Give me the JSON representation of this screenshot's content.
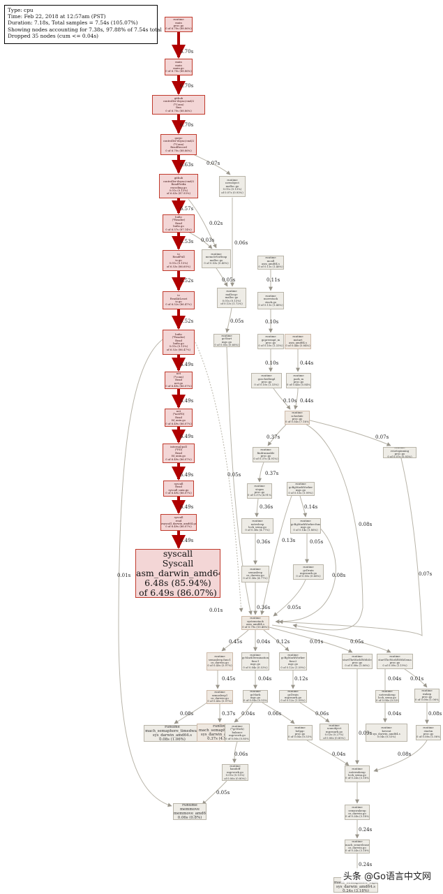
{
  "legend": [
    "Type: cpu",
    "Time: Feb 22, 2018 at 12:57am (PST)",
    "Duration: 7.18s, Total samples = 7.54s (105.07%)",
    "Showing nodes accounting for 7.38s, 97.88% of 7.54s total",
    "Dropped 35 nodes (cum <= 0.04s)"
  ],
  "colors": {
    "hot_edge": "#b00000",
    "cold_edge": "#b8b4a8",
    "hot_fill": "#f3d6d6"
  },
  "nodes": {
    "n_main": [
      "runtime",
      "main",
      "proc.go",
      "0 of 6.70s (88.86%)"
    ],
    "n_main2": [
      "main",
      "main",
      "main.go",
      "0 of 6.70s (88.86%)"
    ],
    "n_ctrl": [
      "github",
      "controller-dsync/cmd/2",
      "(*Conn)",
      "Run",
      "0 of 6.70s (88.86%)"
    ],
    "n_recv": [
      "gorpc",
      "controller-dsync/cmd/2",
      "(*Conn)",
      "ReadRecord",
      "0 of 6.70s (88.86%)"
    ],
    "n_rp": [
      "github",
      "controller-dsync/cmd/2",
      "ReadPrefix",
      "encoding.go",
      "0.01s (0.13%)",
      "of 6.63s (87.93%)"
    ],
    "n_newobj": [
      "runtime",
      "newobject",
      "malloc.go",
      "0.01s (0.13%)",
      "of 0.07s (0.93%)"
    ],
    "n_bufio": [
      "bufio",
      "(*Reader)",
      "Read",
      "bufio.go",
      "0 of 6.57s (87.14%)"
    ],
    "n_readfull": [
      "io",
      "ReadFull",
      "io.go",
      "0.01s (0.13%)",
      "of 6.53s (86.60%)"
    ],
    "n_readatleast": [
      "io",
      "ReadAtLeast",
      "io.go",
      "0 of 6.52s (86.47%)"
    ],
    "n_bufread": [
      "bufio",
      "(*Reader)",
      "Read",
      "bufio.go",
      "0.01s (0.13%)",
      "of 6.52s (86.47%)"
    ],
    "n_netconn": [
      "net",
      "(*conn)",
      "Read",
      "net.go",
      "0 of 6.49s (86.07%)"
    ],
    "n_fdread": [
      "net",
      "(*netFD)",
      "Read",
      "fd_unix.go",
      "0 of 6.49s (86.07%)"
    ],
    "n_pollread": [
      "internal/poll",
      "(*FD)",
      "Read",
      "fd_unix.go",
      "0 of 6.49s (86.07%)"
    ],
    "n_sysread": [
      "syscall",
      "Read",
      "syscall_unix.go",
      "0 of 6.49s (86.07%)"
    ],
    "n_sysread2": [
      "syscall",
      "read",
      "zsyscall_darwin_amd64.go",
      "0 of 6.49s (86.07%)"
    ],
    "n_syscall": [
      "syscall",
      "Syscall",
      "asm_darwin_amd64.s",
      "6.48s (85.94%)",
      "of 6.49s (86.07%)"
    ],
    "n_memclr": [
      "runtime",
      "memclrNoHeap",
      "malloc.go",
      "0 of 0.03s (0.40%)"
    ],
    "n_mallocgc": [
      "runtime",
      "mallocgc",
      "malloc.go",
      "0.01s (0.13%)",
      "of 0.13s (1.72%)"
    ],
    "n_gcstart": [
      "runtime",
      "gcStart",
      "mgc.go",
      "0 of 0.05s (0.66%)"
    ],
    "n_mcall": [
      "runtime",
      "mcall",
      "asm_amd64.s",
      "0 of 0.11s (1.46%)"
    ],
    "n_morestack": [
      "runtime",
      "morestack",
      "stack.go",
      "0 of 0.11s (1.46%)"
    ],
    "n_gopreempt": [
      "runtime",
      "gopreempt_m",
      "proc.go",
      "0 of 0.10s (1.33%)"
    ],
    "n_goschedimpl": [
      "runtime",
      "goschedImpl",
      "proc.go",
      "0 of 0.10s (1.33%)"
    ],
    "n_mstart": [
      "runtime",
      "mstart",
      "asm_amd64.s",
      "0 of 0.44s (5.84%)"
    ],
    "n_park": [
      "runtime",
      "park_m",
      "proc.go",
      "0 of 0.44s (5.84%)"
    ],
    "n_schedule": [
      "runtime",
      "schedule",
      "proc.go",
      "0 of 0.54s (7.16%)"
    ],
    "n_findrunnable": [
      "runtime",
      "findrunnable",
      "proc.go",
      "0 of 0.37s (4.91%)"
    ],
    "n_resetspinning": [
      "runtime",
      "resetspinning",
      "proc.go",
      "0 of 0.07s (0.93%)"
    ],
    "n_stopm": [
      "runtime",
      "stopm",
      "proc.go",
      "0 of 0.37s (4.91%)"
    ],
    "n_gcbgmark": [
      "runtime",
      "gcBgMarkWorker",
      "mgc.go",
      "0 of 0.15s (1.99%)"
    ],
    "n_notesleep": [
      "runtime",
      "notesleep",
      "lock_sema.go",
      "0 of 0.36s (4.77%)"
    ],
    "n_gcbgfunc": [
      "runtime",
      "gcBgMarkWorker.func2",
      "mgc.go",
      "0 of 0.14s (1.86%)"
    ],
    "n_semasleep": [
      "runtime",
      "semasleep",
      "os_darwin.go",
      "0 of 0.36s (4.77%)"
    ],
    "n_gcdrain": [
      "runtime",
      "gcDrain",
      "mgcmark.go",
      "0 of 0.05s (0.66%)"
    ],
    "n_systemstack": [
      "runtime",
      "systemstack",
      "asm_amd64.s",
      "0 of 0.79s (10.48%)"
    ],
    "n_semasleep1": [
      "runtime",
      "semasleep.func1",
      "os_darwin.go",
      "0 of 0.45s (5.97%)"
    ],
    "n_gcmarkterm": [
      "runtime",
      "gcMarkTermination",
      "func1",
      "mgc.go",
      "0 of 0.04s (0.53%)"
    ],
    "n_gcbgmark2": [
      "runtime",
      "gcBgMarkWorker",
      "func2",
      "mgc.go",
      "0 of 0.12s (1.59%)"
    ],
    "n_startm": [
      "runtime",
      "startTheWorldWithSema",
      "proc.go",
      "0 of 0.08s (1.06%)"
    ],
    "n_wakep": [
      "runtime",
      "startTheWorldWithSema",
      "proc.go",
      "0 of 0.09s (1.19%)"
    ],
    "n_semasleep2": [
      "runtime",
      "semasleep1",
      "os_darwin.go",
      "0 of 0.45s (5.97%)"
    ],
    "n_gcmark": [
      "runtime",
      "gcMark",
      "mgc.go",
      "0 of 0.04s (0.53%)"
    ],
    "n_gcdrain2": [
      "runtime",
      "gcDrain",
      "mgcmark.go",
      "0 of 0.12s (1.59%)"
    ],
    "n_notewakeup0": [
      "runtime",
      "notewakeup",
      "lock_sema.go",
      "0 of 0.04s (0.53%)"
    ],
    "n_wakeup": [
      "runtime",
      "wakep",
      "proc.go",
      "0 of 0.08s (1.06%)"
    ],
    "n_mach_timed": [
      "runtime",
      "mach_semaphore_timedwait",
      "sys_darwin_amd64.s",
      "0.08s (1.06%)"
    ],
    "n_mach_wait": [
      "runtime",
      "mach_semaphore_wait",
      "sys_darwin_amd64.s",
      "0.37s (4.91%)"
    ],
    "n_balance": [
      "runtime",
      "(*gcWork)",
      "balance",
      "mgcwork.go",
      "0 of 0.06s (0.80%)"
    ],
    "n_helpgc": [
      "runtime",
      "helpgc",
      "proc.go",
      "0 of 0.04s (0.53%)"
    ],
    "n_scanobject": [
      "runtime",
      "scanobject",
      "mgcmark.go",
      "0.02s (0.27%)",
      "of 0.06s (0.80%)"
    ],
    "n_kevent": [
      "runtime",
      "kevent",
      "sys_darwin_amd64.s",
      "0.04s (0.53%)"
    ],
    "n_startm2": [
      "runtime",
      "startm",
      "proc.go",
      "0 of 0.08s (1.06%)"
    ],
    "n_handoff": [
      "runtime",
      "handoff",
      "mgcwork.go",
      "0.01s (0.13%)",
      "of 0.06s (0.80%)"
    ],
    "n_notewakeup": [
      "runtime",
      "notewakeup",
      "lock_sema.go",
      "0 of 0.24s (3.18%)"
    ],
    "n_memmove": [
      "runtime",
      "memmove",
      "memmove_amd64.s",
      "0.06s (0.8%)"
    ],
    "n_semawakeup": [
      "runtime",
      "semawakeup",
      "os_darwin.go",
      "0 of 0.24s (3.18%)"
    ],
    "n_machsignal": [
      "runtime",
      "mach_semrelease",
      "os_darwin.go",
      "0 of 0.24s (3.18%)"
    ],
    "n_signal": [
      "runtime",
      "mach_semaphore_signal",
      "sys_darwin_amd64.s",
      "0.24s (3.18%)"
    ]
  },
  "edges": {
    "e1": "6.70s",
    "e2": "6.70s",
    "e3": "6.70s",
    "e4": "6.63s",
    "e5": "6.57s",
    "e6": "6.53s",
    "e7": "6.52s",
    "e8": "6.52s",
    "e9": "6.49s",
    "e10": "6.49s",
    "e11": "6.49s",
    "e12": "6.49s",
    "e13": "6.49s",
    "e14": "6.49s",
    "e_rp_new": "0.07s",
    "e_rp_memclr": "0.02s",
    "e_bufio_memclr": "0.03s",
    "e_new_malloc": "0.06s",
    "e_mem_malloc": "0.05s",
    "e_malloc_gc": "0.05s",
    "e_mcall_more": "0.11s",
    "e_more_pre": "0.10s",
    "e_pre_gosched": "0.10s",
    "e_mstart_park": "0.44s",
    "e_park_sched": "0.44s",
    "e_gosched_sched": "0.10s",
    "e_sched_find": "0.37s",
    "e_sched_reset": "0.07s",
    "e_find_stop": "0.37s",
    "e_stop_note": "0.36s",
    "e_note_sema": "0.36s",
    "e_sema_sys": "0.36s",
    "e_gcbg_func": "0.14s",
    "e_func_drain": "0.05s",
    "e_gcbg_sys": "0.13s",
    "e_gcstart_sys": "0.05s",
    "e_bufread_sys": "0.01s",
    "e_sched_sys": "0.08s",
    "e_reset_sys": "0.07s",
    "e_drain_sys": "0.05s",
    "e_func_sys": "0.08s",
    "e_sys_sema1": "0.45s",
    "e_sys_gcmt": "0.04s",
    "e_sys_gcbg2": "0.12s",
    "e_sys_start": "0.01s",
    "e_sys_wake": "0.05s",
    "e_sema1_sema2": "0.45s",
    "e_gcmt_gcmark": "0.04s",
    "e_gcbg2_drain": "0.12s",
    "e_start_note0": "0.04s",
    "e_wake_wakeup": "0.01s",
    "e_sema2_timed": "0.08s",
    "e_sema2_wait": "0.37s",
    "e_gcmark_balance": "0.04s",
    "e_gcmark_helpgc": "0.06s",
    "e_drain2_scan": "0.06s",
    "e_note0_kevent": "0.04s",
    "e_wakeup_startm": "0.08s",
    "e_start_notewake": "0.09s",
    "e_balance_handoff": "0.06s",
    "e_helpgc_note": "0.04s",
    "e_startm_note": "0.08s",
    "e_handoff_memmove": "0.05s",
    "e_note_sema_w": "0.24s",
    "e_semaw_mach": "0.24s",
    "e_mach_signal": "0.24s",
    "e_left_memmove": "0.01s"
  },
  "watermark": "头条 @Go语言中文网"
}
